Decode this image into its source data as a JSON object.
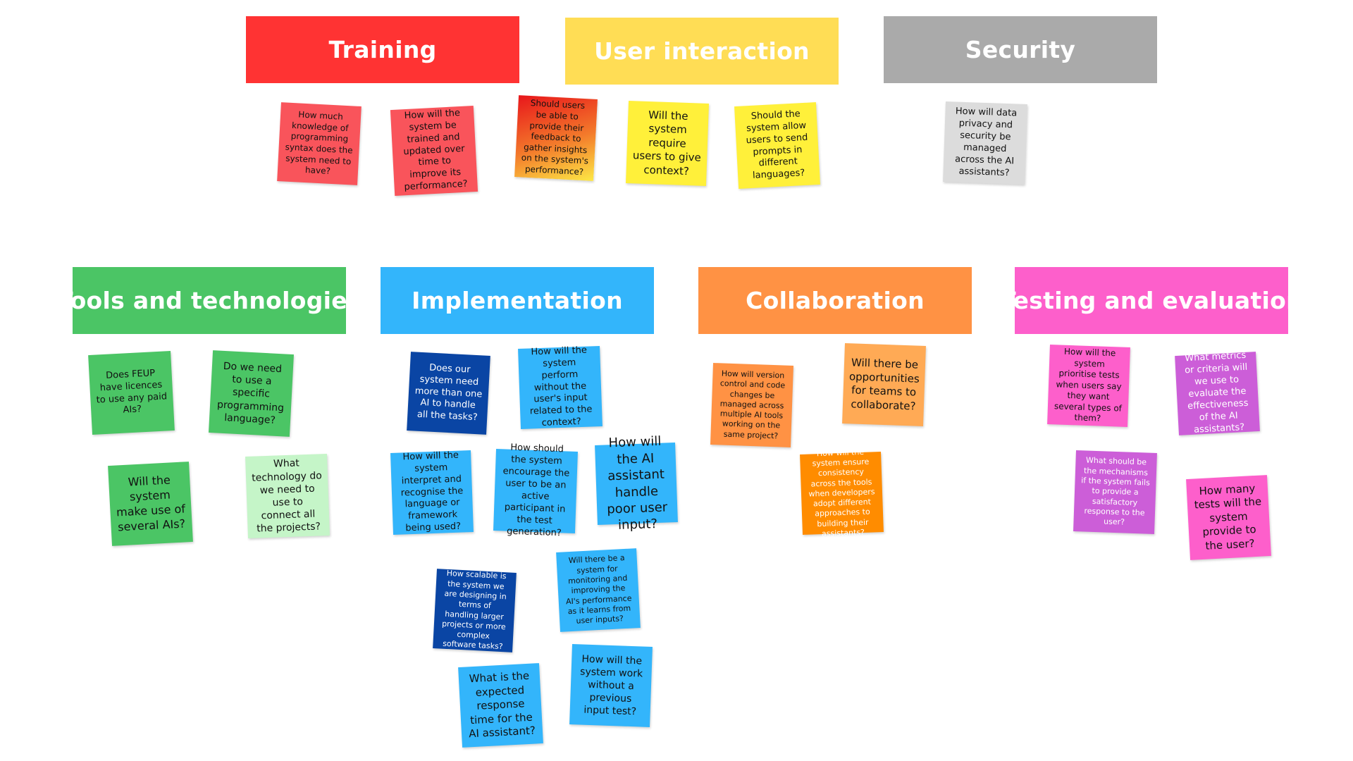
{
  "colors": {
    "training": "#ff3333",
    "user_interaction": "#ffdd55",
    "security": "#aaaaaa",
    "tools": "#4bc565",
    "implementation": "#33b5fb",
    "collaboration": "#ff9244",
    "testing": "#fd5fcb"
  },
  "headers": {
    "training": "Training",
    "user_interaction": "User interaction",
    "security": "Security",
    "tools": "Tools and technologies",
    "implementation": "Implementation",
    "collaboration": "Collaboration",
    "testing": "Testing and evaluation"
  },
  "notes": {
    "training_1": "How much knowledge of programming syntax does the system need to have?",
    "training_2": "How will the system be trained and updated over time to improve its performance?",
    "ui_1": "Should users be able to provide their feedback to gather insights on the system's performance?",
    "ui_2": "Will the system require users to give context?",
    "ui_3": "Should the system allow users to send prompts in different languages?",
    "security_1": "How will data privacy and security be managed across the AI assistants?",
    "tools_1": "Does FEUP have licences to use any paid AIs?",
    "tools_2": "Do we need to use a specific programming language?",
    "tools_3": "Will the system make use of several AIs?",
    "tools_4": "What technology do we need to use to connect all the projects?",
    "impl_1": "Does our system need more than one AI to handle all the tasks?",
    "impl_2": "How will the system perform without the user's input related to the context?",
    "impl_3": "How will the system interpret and recognise the language or framework being used?",
    "impl_4": "How should the system encourage the user to be an active participant in the test generation?",
    "impl_5": "How will the AI assistant handle poor user input?",
    "impl_6": "How scalable is the system we are designing in terms of handling larger projects or more complex software tasks?",
    "impl_7": "Will there be a system for monitoring and improving the AI's performance as it learns from user inputs?",
    "impl_8": "What is the expected response time for the AI assistant?",
    "impl_9": "How will the system work without a previous input test?",
    "collab_1": "How will version control and code changes be managed across multiple AI tools working on the same project?",
    "collab_2": "Will there be opportunities for teams to collaborate?",
    "collab_3": "How will the system ensure consistency across the tools when developers adopt different approaches to building their assistants?",
    "test_1": "How will the system prioritise tests when users say they want several types of them?",
    "test_2": "What metrics or criteria will we use to evaluate the effectiveness of the AI assistants?",
    "test_3": "What should be the mechanisms if the system fails to provide a satisfactory response to the user?",
    "test_4": "How many tests will the system provide to the user?"
  }
}
